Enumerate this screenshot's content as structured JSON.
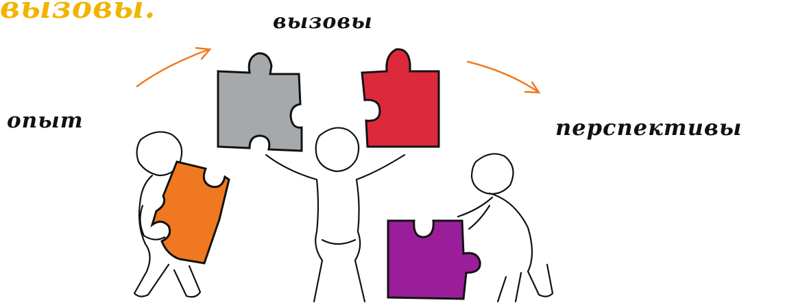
{
  "labels": {
    "top": "вызовы.",
    "challenges": "вызовы",
    "experience": "опыт",
    "perspectives": "перспективы"
  },
  "colors": {
    "top": "#f0b400",
    "arrow": "#f07820",
    "orange_piece": "#f07820",
    "gray_piece": "#a5a9ab",
    "red_piece": "#dc2a3c",
    "purple_piece": "#9a1e99",
    "outline": "#111111"
  }
}
